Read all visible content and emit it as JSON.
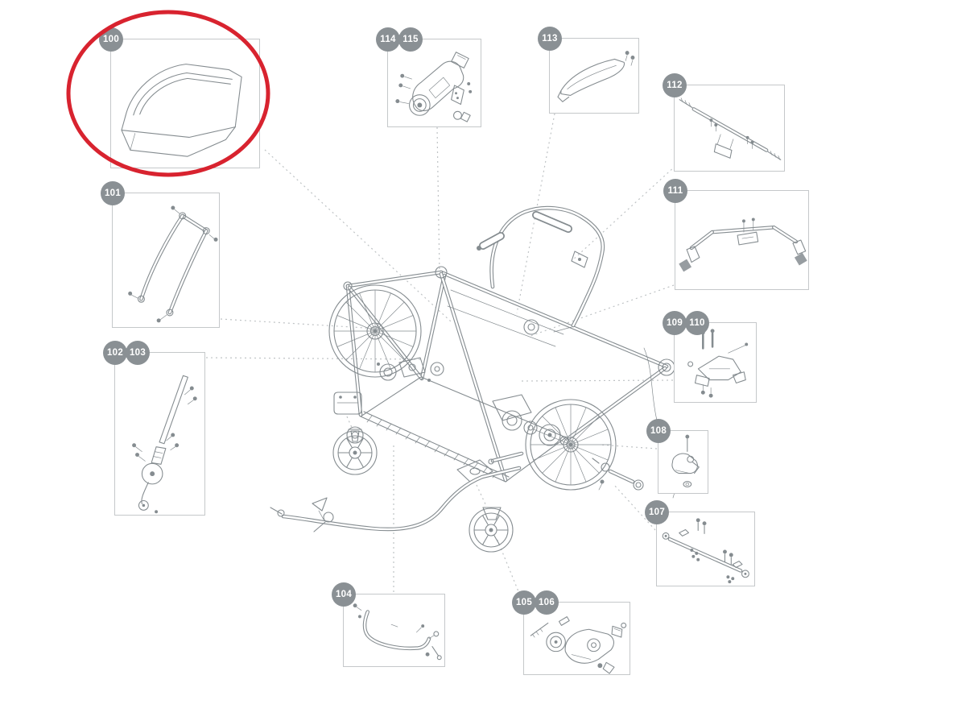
{
  "parts": {
    "p100": {
      "badges": [
        "100"
      ],
      "highlighted": true
    },
    "p101": {
      "badges": [
        "101"
      ]
    },
    "p102_103": {
      "badges": [
        "102",
        "103"
      ]
    },
    "p104": {
      "badges": [
        "104"
      ]
    },
    "p105_106": {
      "badges": [
        "105",
        "106"
      ]
    },
    "p107": {
      "badges": [
        "107"
      ]
    },
    "p108": {
      "badges": [
        "108"
      ]
    },
    "p109_110": {
      "badges": [
        "109",
        "110"
      ]
    },
    "p111": {
      "badges": [
        "111"
      ]
    },
    "p112": {
      "badges": [
        "112"
      ]
    },
    "p113": {
      "badges": [
        "113"
      ]
    },
    "p114_115": {
      "badges": [
        "114",
        "115"
      ]
    }
  },
  "colors": {
    "badge": "#8a9094",
    "box-border": "#c5c8ca",
    "art": "#858c90",
    "connector": "#bfc3c5",
    "highlight": "#d8232f",
    "background": "#ffffff"
  }
}
